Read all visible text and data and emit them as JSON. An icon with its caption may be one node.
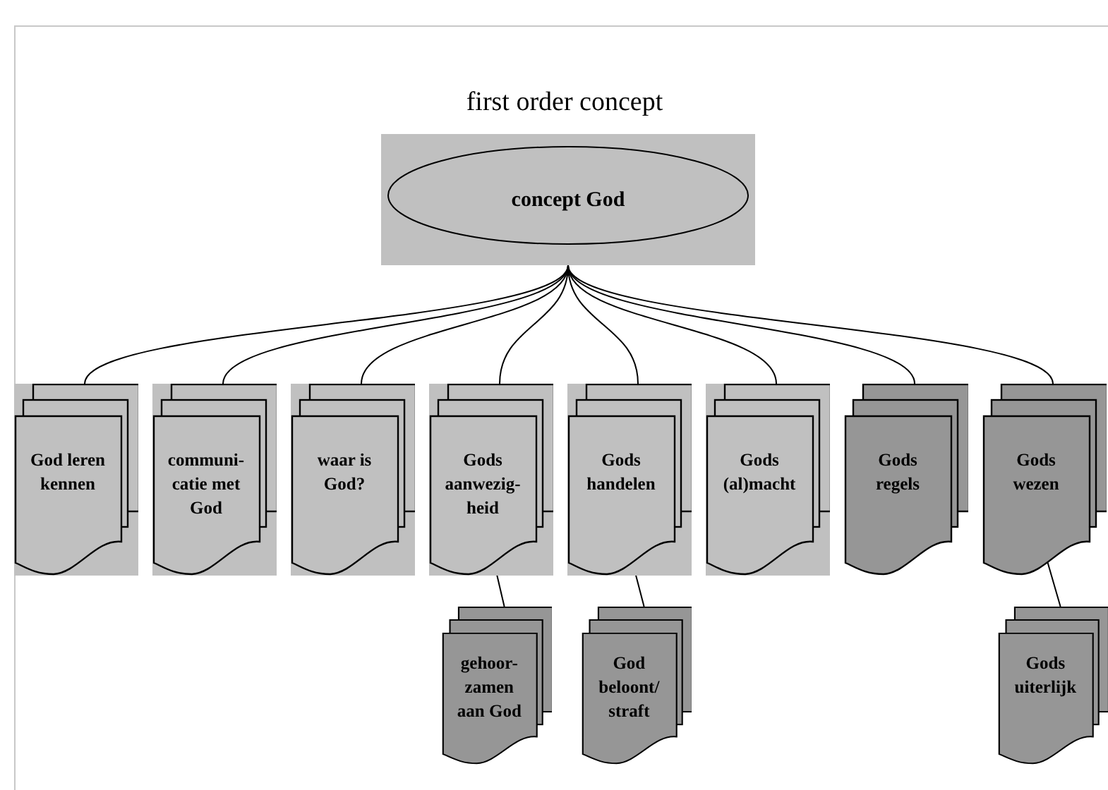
{
  "diagram": {
    "title": "first order concept",
    "nodes": [
      {
        "text": [
          "concept God"
        ]
      },
      {
        "text": [
          "God leren kennen"
        ]
      },
      {
        "text": [
          "communi-catie met God"
        ]
      },
      {
        "text": [
          "waar is God?"
        ]
      },
      {
        "text": [
          "Gods aanwezig-heid"
        ]
      },
      {
        "text": [
          "Gods handelen"
        ]
      },
      {
        "text": [
          "Gods (al)macht"
        ]
      },
      {
        "text": [
          "Gods regels"
        ]
      },
      {
        "text": [
          "Gods wezen"
        ]
      },
      {
        "text": [
          "gehoor-zamen aan God"
        ]
      },
      {
        "text": [
          "God beloont/ straft"
        ]
      },
      {
        "text": [
          "Gods uiterlijk"
        ]
      }
    ],
    "edges": [
      {
        "from": 0,
        "to": 1,
        "arrow": "none"
      },
      {
        "from": 0,
        "to": 2,
        "arrow": "none"
      },
      {
        "from": 0,
        "to": 3,
        "arrow": "none"
      },
      {
        "from": 0,
        "to": 4,
        "arrow": "none"
      },
      {
        "from": 0,
        "to": 5,
        "arrow": "none"
      },
      {
        "from": 0,
        "to": 6,
        "arrow": "none"
      },
      {
        "from": 0,
        "to": 7,
        "arrow": "none"
      },
      {
        "from": 0,
        "to": 8,
        "arrow": "none"
      },
      {
        "from": 4,
        "to": 9,
        "arrow": "none"
      },
      {
        "from": 5,
        "to": 10,
        "arrow": "none"
      },
      {
        "from": 8,
        "to": 11,
        "arrow": "none"
      }
    ]
  }
}
